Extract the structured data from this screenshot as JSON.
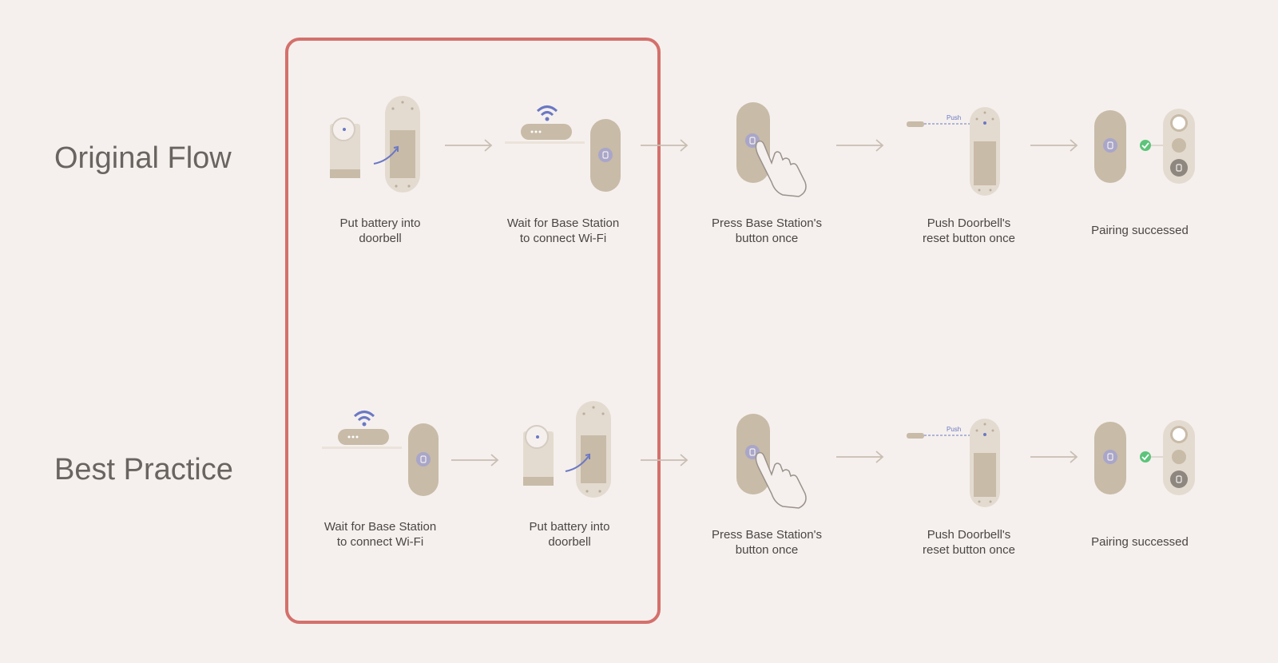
{
  "rows": {
    "original": {
      "title": "Original Flow"
    },
    "best": {
      "title": "Best Practice"
    }
  },
  "steps": {
    "put_battery": "Put battery into\ndoorbell",
    "wait_base": "Wait for Base Station\nto connect Wi-Fi",
    "press_base": "Press Base Station's\nbutton once",
    "push_reset": "Push Doorbell's\nreset button once",
    "pairing": "Pairing successed"
  },
  "push_label": "Push",
  "colors": {
    "background": "#f5f0ed",
    "highlight": "#d4706c",
    "device": "#c8bba8",
    "device_light": "#e4dbd0",
    "accent": "#6b78c4",
    "success": "#5cc47a",
    "arrow": "#c9beb2"
  },
  "icons": [
    "battery-icon",
    "doorbell-icon",
    "wifi-icon",
    "base-station-icon",
    "hand-press-icon",
    "reset-pin-icon",
    "check-icon"
  ]
}
